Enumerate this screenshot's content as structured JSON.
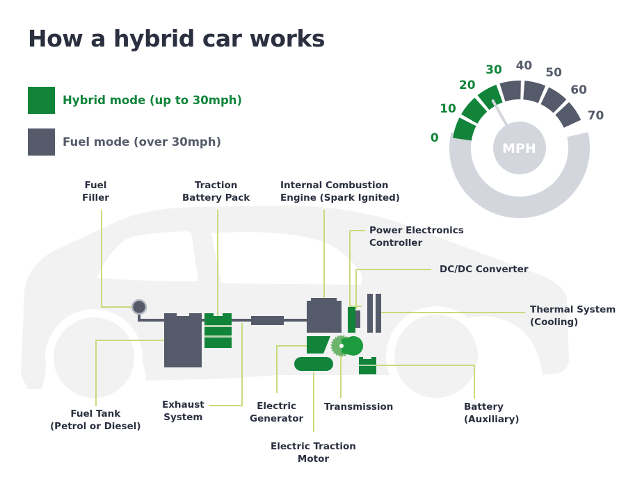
{
  "title": "How a hybrid car works",
  "colors": {
    "hybrid_green": "#11843a",
    "fuel_grey": "#555b6a",
    "leader_line": "#c6dc7e",
    "car_silhouette": "#f2f2f2",
    "gauge_track": "#d3d6dc",
    "text_dark": "#2b3040"
  },
  "legend": [
    {
      "label": "Hybrid mode (up to 30mph)",
      "color": "#11843a"
    },
    {
      "label": "Fuel mode (over 30mph)",
      "color": "#555b6a"
    }
  ],
  "gauge": {
    "unit_label": "MPH",
    "ticks": [
      "0",
      "10",
      "20",
      "30",
      "40",
      "50",
      "60",
      "70"
    ],
    "segments": [
      {
        "range": "0-10",
        "mode": "hybrid"
      },
      {
        "range": "10-20",
        "mode": "hybrid"
      },
      {
        "range": "20-30",
        "mode": "hybrid"
      },
      {
        "range": "30-40",
        "mode": "fuel"
      },
      {
        "range": "40-50",
        "mode": "fuel"
      },
      {
        "range": "50-60",
        "mode": "fuel"
      },
      {
        "range": "60-70",
        "mode": "fuel"
      }
    ],
    "needle_value_mph": 25
  },
  "components": {
    "fuel_filler": [
      "Fuel",
      "Filler"
    ],
    "traction_battery": [
      "Traction",
      "Battery Pack"
    ],
    "ice": [
      "Internal Combustion",
      "Engine (Spark Ignited)"
    ],
    "pec": [
      "Power Electronics",
      "Controller"
    ],
    "dcdc": [
      "DC/DC Converter"
    ],
    "thermal": [
      "Thermal System",
      "(Cooling)"
    ],
    "fuel_tank": [
      "Fuel Tank",
      "(Petrol or Diesel)"
    ],
    "exhaust": [
      "Exhaust",
      "System"
    ],
    "generator": [
      "Electric",
      "Generator"
    ],
    "transmission": [
      "Transmission"
    ],
    "aux_battery": [
      "Battery",
      "(Auxiliary)"
    ],
    "traction_motor": [
      "Electric Traction",
      "Motor"
    ]
  }
}
